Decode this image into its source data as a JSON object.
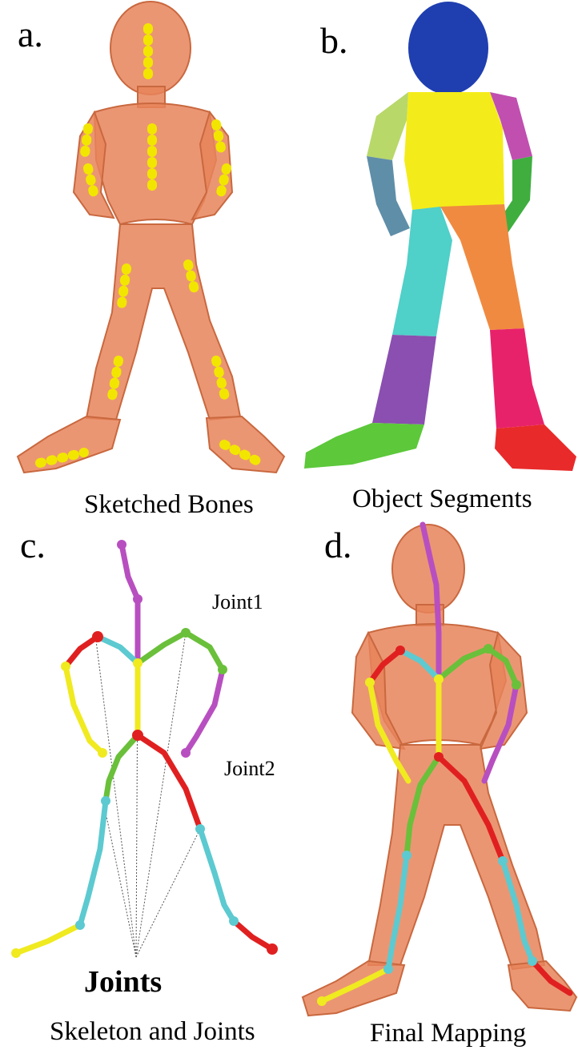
{
  "panels": {
    "a": {
      "letter": "a.",
      "caption": "Sketched Bones"
    },
    "b": {
      "letter": "b.",
      "caption": "Object Segments"
    },
    "c": {
      "letter": "c.",
      "caption": "Skeleton and Joints",
      "joint1": "Joint1",
      "joint2": "Joint2",
      "joints": "Joints"
    },
    "d": {
      "letter": "d.",
      "caption": "Final Mapping"
    }
  },
  "colors": {
    "body": "#e8845a",
    "bones": "#f2e600",
    "segment_head": "#1f3fb0",
    "segment_torso": "#f4ec1a",
    "segment_left_upper_arm": "#b8d86a",
    "segment_left_forearm": "#5f8ea8",
    "segment_right_upper_arm": "#c04fb0",
    "segment_right_forearm": "#3fae3f",
    "segment_left_thigh": "#4fd0c8",
    "segment_right_thigh": "#f08a40",
    "segment_left_shin": "#8a4fb0",
    "segment_right_shin": "#e8226a",
    "segment_left_foot": "#5cc83a",
    "segment_right_foot": "#e82a2a",
    "skeleton_magenta": "#b84fc0",
    "skeleton_red": "#e02020",
    "skeleton_yellow": "#f0ea20",
    "skeleton_green": "#6ac03a",
    "skeleton_cyan": "#5ccad0"
  }
}
